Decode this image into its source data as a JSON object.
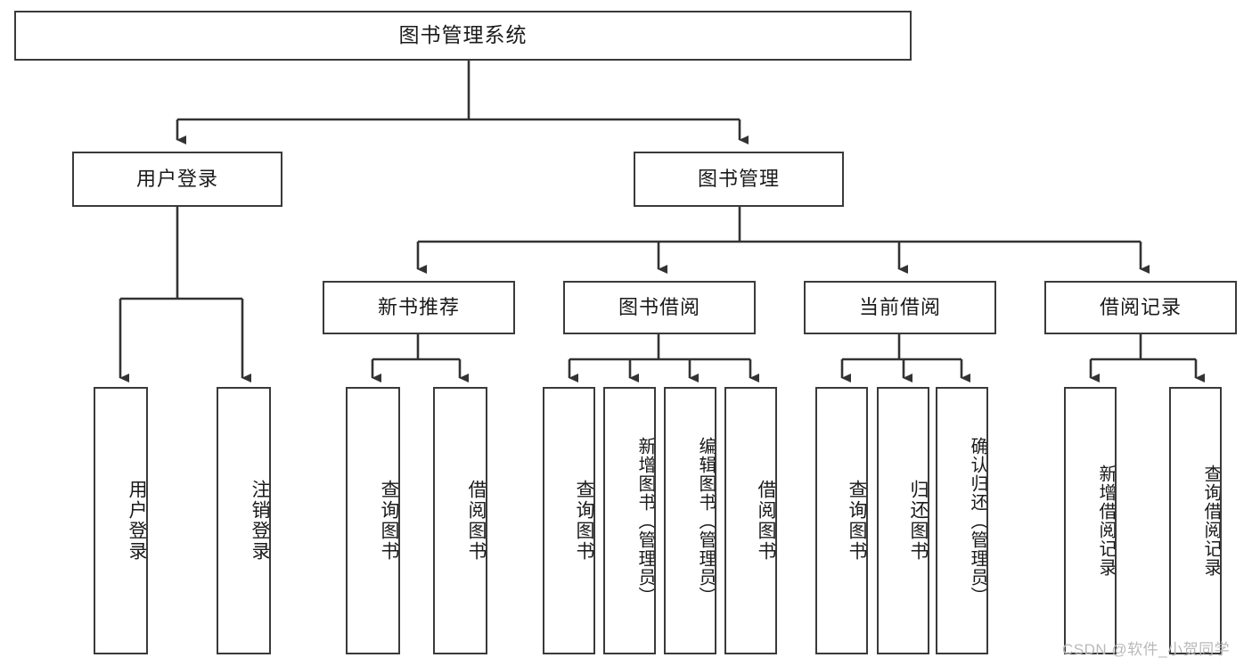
{
  "diagram": {
    "type": "tree-hierarchy",
    "title": "图书管理系统",
    "orientation": "top-down",
    "edge_style": "orthogonal-with-arrowheads",
    "colors": {
      "box_border": "#3a3a3a",
      "box_fill": "#ffffff",
      "line": "#333333",
      "text": "#1a1a1a",
      "watermark": "#b9b9b9",
      "background": "#ffffff"
    }
  },
  "root": {
    "label": "图书管理系统"
  },
  "level2": [
    {
      "label": "用户登录"
    },
    {
      "label": "图书管理"
    }
  ],
  "level3": [
    {
      "label": "新书推荐"
    },
    {
      "label": "图书借阅"
    },
    {
      "label": "当前借阅"
    },
    {
      "label": "借阅记录"
    }
  ],
  "leaves": {
    "user_login": [
      {
        "label": "用户登录"
      },
      {
        "label": "注销登录"
      }
    ],
    "new_book_recommend": [
      {
        "label": "查询图书"
      },
      {
        "label": "借阅图书"
      }
    ],
    "book_borrow": [
      {
        "label": "查询图书"
      },
      {
        "label": "新增图书（管理员）"
      },
      {
        "label": "编辑图书（管理员）"
      },
      {
        "label": "借阅图书"
      }
    ],
    "current_borrow": [
      {
        "label": "查询图书"
      },
      {
        "label": "归还图书"
      },
      {
        "label": "确认归还（管理员）"
      }
    ],
    "borrow_record": [
      {
        "label": "新增借阅记录"
      },
      {
        "label": "查询借阅记录"
      }
    ]
  },
  "watermark": {
    "text": "CSDN @软件_小贺同学"
  }
}
